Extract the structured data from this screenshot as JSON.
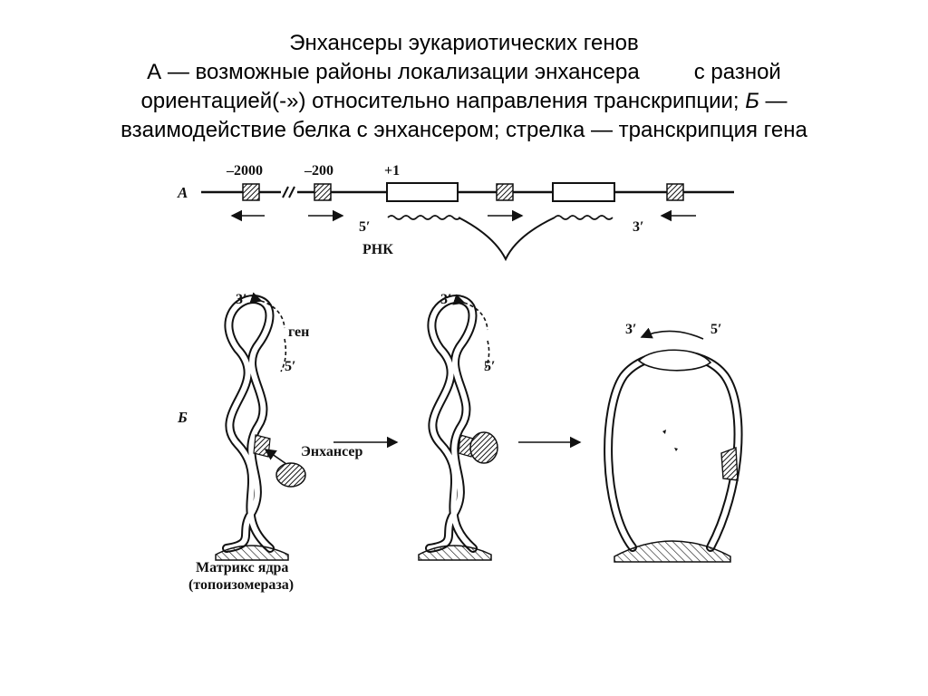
{
  "caption": {
    "line1": "Энхансеры эукариотических генов",
    "line2": "А — возможные районы локализации энхансера         с разной",
    "line3_start": "ориентацией(-») относительно направления транскрипции; ",
    "line3_italic": "Б",
    "line3_end": " —",
    "line4": "взаимодействие белка с энхансером; стрелка — транскрипция гена"
  },
  "panel_a": {
    "label": "А",
    "pos_minus2000": "–2000",
    "pos_minus200": "–200",
    "pos_plus1": "+1",
    "five_prime": "5′",
    "three_prime": "3′",
    "rna": "РНК"
  },
  "panel_b": {
    "label": "Б",
    "loop1_three": "3′",
    "loop1_gene": "ген",
    "loop1_five": "5′",
    "loop2_three": "3′",
    "loop2_five": "5′",
    "loop3_three": "3′",
    "loop3_five": "5′",
    "enhancer": "Энхансер",
    "matrix_line1": "Матрикс ядра",
    "matrix_line2": "(топоизомераза)"
  }
}
